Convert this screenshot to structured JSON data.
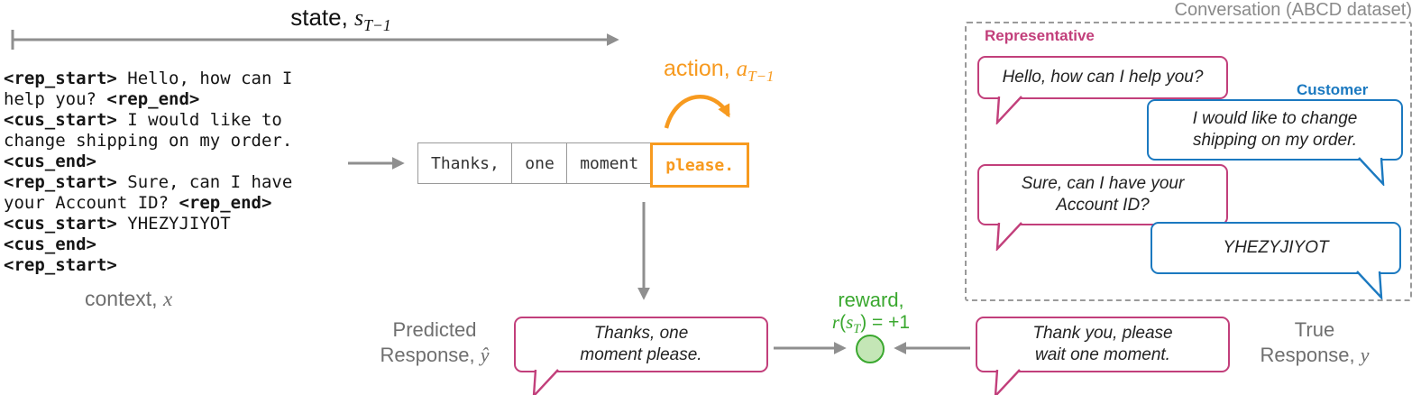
{
  "colors": {
    "pink": "#c23f7b",
    "blue": "#1b79c0",
    "orange": "#f79a1f",
    "green": "#3aa82f",
    "green_fill": "#c4e6b6",
    "gray_arrow": "#8f8f8f",
    "gray_text": "#6f6f6f",
    "box_border": "#9a9a9a"
  },
  "state": {
    "prefix": "state, ",
    "symbol": "s",
    "subscript": "T−1"
  },
  "action": {
    "prefix": "action, ",
    "symbol": "a",
    "subscript": "T−1"
  },
  "context": {
    "label_prefix": "context, ",
    "label_symbol": "x",
    "lines": [
      [
        {
          "t": "<rep_start>",
          "b": true
        },
        {
          "t": " Hello, how can I",
          "b": false
        }
      ],
      [
        {
          "t": "help you? ",
          "b": false
        },
        {
          "t": "<rep_end>",
          "b": true
        }
      ],
      [
        {
          "t": "<cus_start>",
          "b": true
        },
        {
          "t": " I would like to",
          "b": false
        }
      ],
      [
        {
          "t": "change shipping on my order.",
          "b": false
        }
      ],
      [
        {
          "t": "<cus_end>",
          "b": true
        }
      ],
      [
        {
          "t": "<rep_start>",
          "b": true
        },
        {
          "t": " Sure, can I have",
          "b": false
        }
      ],
      [
        {
          "t": "your Account ID? ",
          "b": false
        },
        {
          "t": "<rep_end>",
          "b": true
        }
      ],
      [
        {
          "t": "<cus_start>",
          "b": true
        },
        {
          "t": " YHEZYJIYOT",
          "b": false
        }
      ],
      [
        {
          "t": "<cus_end>",
          "b": true
        }
      ],
      [
        {
          "t": "<rep_start>",
          "b": true
        }
      ]
    ]
  },
  "tokens": {
    "items": [
      {
        "text": "Thanks,",
        "highlight": false
      },
      {
        "text": "one",
        "highlight": false
      },
      {
        "text": "moment",
        "highlight": false
      },
      {
        "text": "please.",
        "highlight": true
      }
    ]
  },
  "reward": {
    "word": "reward,",
    "r": "r",
    "open": "(",
    "s": "s",
    "sub": "T",
    "close": ")",
    "rest": " = +1"
  },
  "predicted": {
    "line1": "Predicted",
    "line2_prefix": "Response, ",
    "symbol": "ŷ",
    "bubble": "Thanks, one\nmoment please."
  },
  "true_response": {
    "line1": "True",
    "line2_prefix": "Response, ",
    "symbol": "y",
    "bubble": "Thank you, please\nwait one moment."
  },
  "conversation": {
    "title": "Conversation (ABCD dataset)",
    "rep_label": "Representative",
    "cus_label": "Customer",
    "bubble_rep1": "Hello, how can I help you?",
    "bubble_cus1": "I would like to change\nshipping on my order.",
    "bubble_rep2": "Sure, can I have your\nAccount ID?",
    "bubble_cus2": "YHEZYJIYOT"
  }
}
